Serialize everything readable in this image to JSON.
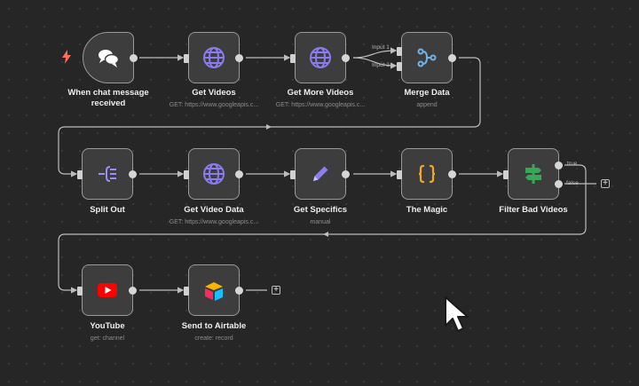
{
  "nodes": {
    "chat_trigger": {
      "title": "When chat message received"
    },
    "get_videos": {
      "title": "Get Videos",
      "subtitle": "GET: https://www.googleapis.c..."
    },
    "get_more_videos": {
      "title": "Get More Videos",
      "subtitle": "GET: https://www.googleapis.c..."
    },
    "merge_data": {
      "title": "Merge Data",
      "subtitle": "append",
      "input_1": "Input 1",
      "input_2": "Input 2"
    },
    "split_out": {
      "title": "Split Out"
    },
    "get_video_data": {
      "title": "Get Video Data",
      "subtitle": "GET: https://www.googleapis.c..."
    },
    "get_specifics": {
      "title": "Get Specifics",
      "subtitle": "manual"
    },
    "the_magic": {
      "title": "The Magic"
    },
    "filter_bad_videos": {
      "title": "Filter Bad Videos",
      "true_label": "true",
      "false_label": "false"
    },
    "youtube": {
      "title": "YouTube",
      "subtitle": "get: channel"
    },
    "send_to_airtable": {
      "title": "Send to Airtable",
      "subtitle": "create: record"
    }
  },
  "plus_symbol": "+",
  "icons": {
    "trigger": "lightning-bolt-icon",
    "chat_trigger": "chat-bubbles-icon",
    "http": "globe-icon",
    "merge": "merge-branch-icon",
    "split": "split-out-icon",
    "edit": "pencil-icon",
    "code": "curly-braces-icon",
    "filter": "filter-signpost-icon",
    "youtube": "youtube-logo-icon",
    "airtable": "airtable-logo-icon"
  },
  "colors": {
    "canvas": "#262626",
    "node_fill": "#3d3d3d",
    "node_border": "#9a9a9a",
    "edge": "#bdbdbd",
    "http_icon": "#8b7cf0",
    "trigger_bolt": "#ff6d5a",
    "code_icon": "#f5a623",
    "filter_icon": "#3aa657",
    "youtube_red": "#ff0000"
  }
}
